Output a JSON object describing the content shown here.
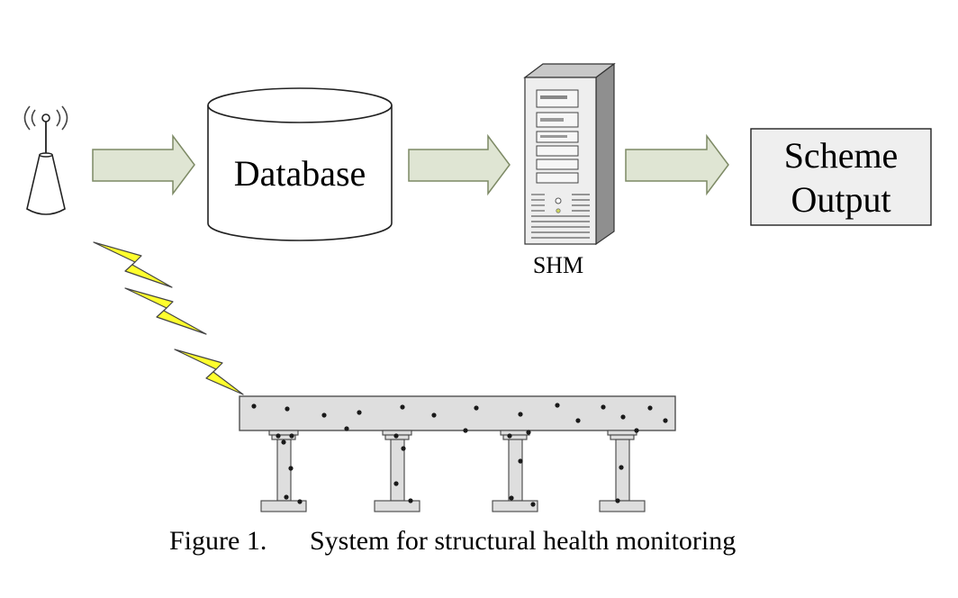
{
  "nodes": {
    "database": {
      "label": "Database"
    },
    "shm": {
      "label": "SHM"
    },
    "scheme_output": {
      "label_line1": "Scheme",
      "label_line2": "Output"
    }
  },
  "caption": {
    "number": "Figure 1.",
    "text": "System for structural health monitoring"
  },
  "colors": {
    "arrow_fill": "#dfe5d3",
    "arrow_stroke": "#7d8a65",
    "output_box_fill": "#efefef",
    "lightning_fill": "#ffff2e",
    "sensor_dot": "#1a1a1a",
    "bridge_fill": "#dedede",
    "server_body": "#eeeeee"
  },
  "icons": [
    "antenna-icon",
    "lightning-icon",
    "server-icon",
    "arrow-icon",
    "database-icon",
    "sensor-dot-icon"
  ]
}
